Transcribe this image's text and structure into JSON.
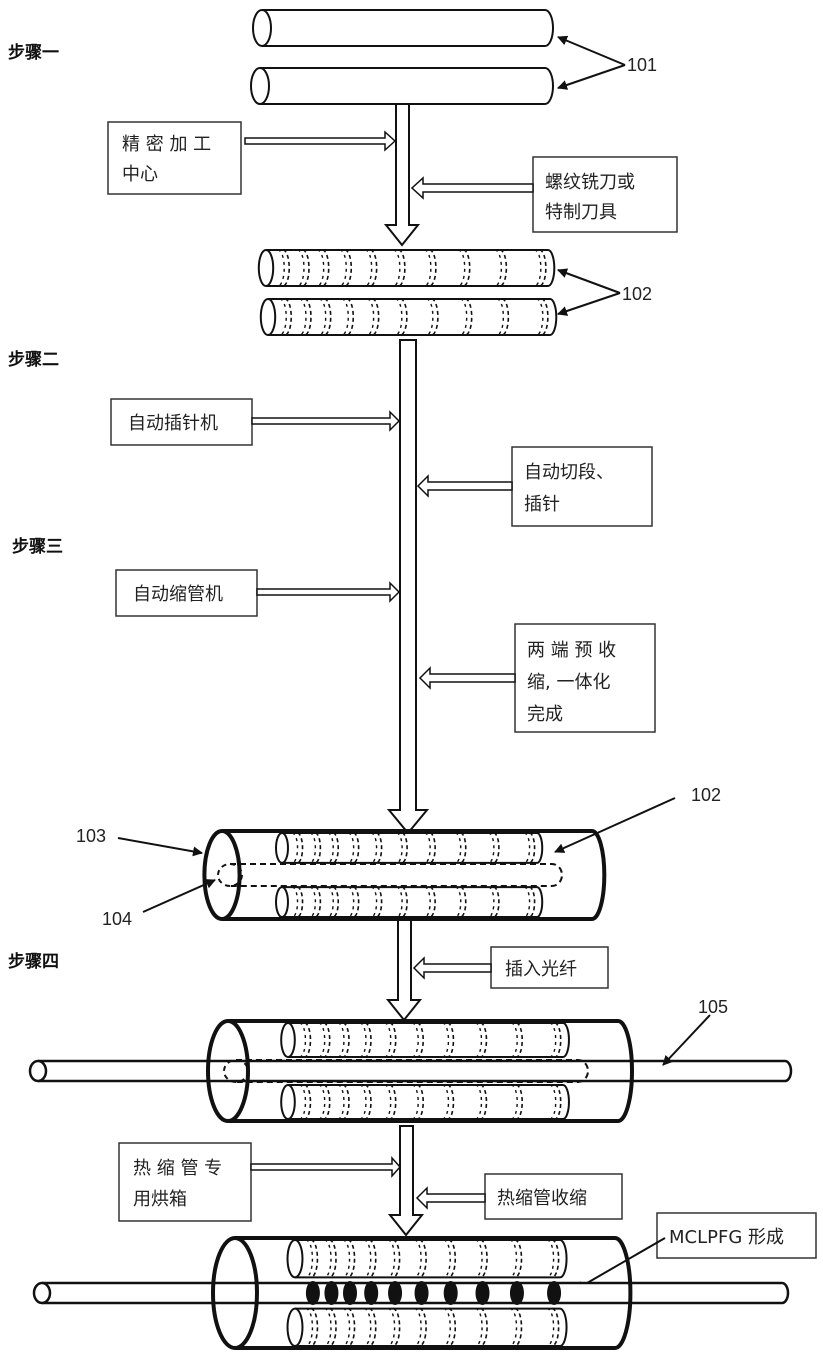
{
  "steps": {
    "s1": "步骤一",
    "s2": "步骤二",
    "s3": "步骤三",
    "s4": "步骤四"
  },
  "refs": {
    "r101": "101",
    "r102a": "102",
    "r102b": "102",
    "r103": "103",
    "r104": "104",
    "r105": "105"
  },
  "boxes": {
    "b1": {
      "line1": "精 密 加 工",
      "line2": "中心"
    },
    "b2": {
      "line1": "螺纹铣刀或",
      "line2": "特制刀具"
    },
    "b3": {
      "line1": "自动插针机"
    },
    "b4": {
      "line1": "自动切段、",
      "line2": "插针"
    },
    "b5": {
      "line1": "自动缩管机"
    },
    "b6": {
      "line1": "两 端 预 收",
      "line2": "缩, 一体化",
      "line3": "完成"
    },
    "b7": {
      "line1": "插入光纤"
    },
    "b8": {
      "line1": "热 缩 管 专",
      "line2": "用烘箱"
    },
    "b9": {
      "line1": "热缩管收缩"
    },
    "b10": {
      "line1": "MCLPFG 形成"
    }
  }
}
